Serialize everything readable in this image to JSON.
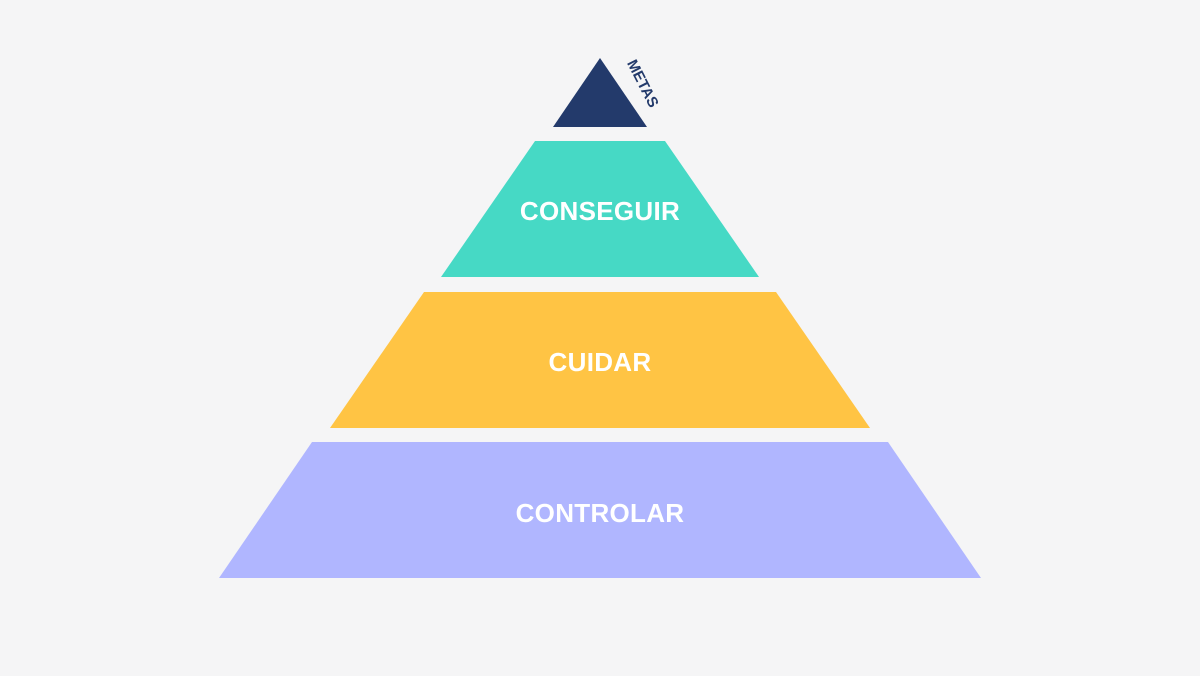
{
  "diagram": {
    "type": "pyramid",
    "apex": {
      "label": "METAS",
      "color": "#233a6b"
    },
    "tiers": [
      {
        "label": "CONSEGUIR",
        "color": "#46d9c5"
      },
      {
        "label": "CUIDAR",
        "color": "#ffc444"
      },
      {
        "label": "CONTROLAR",
        "color": "#b0b6ff"
      }
    ]
  }
}
